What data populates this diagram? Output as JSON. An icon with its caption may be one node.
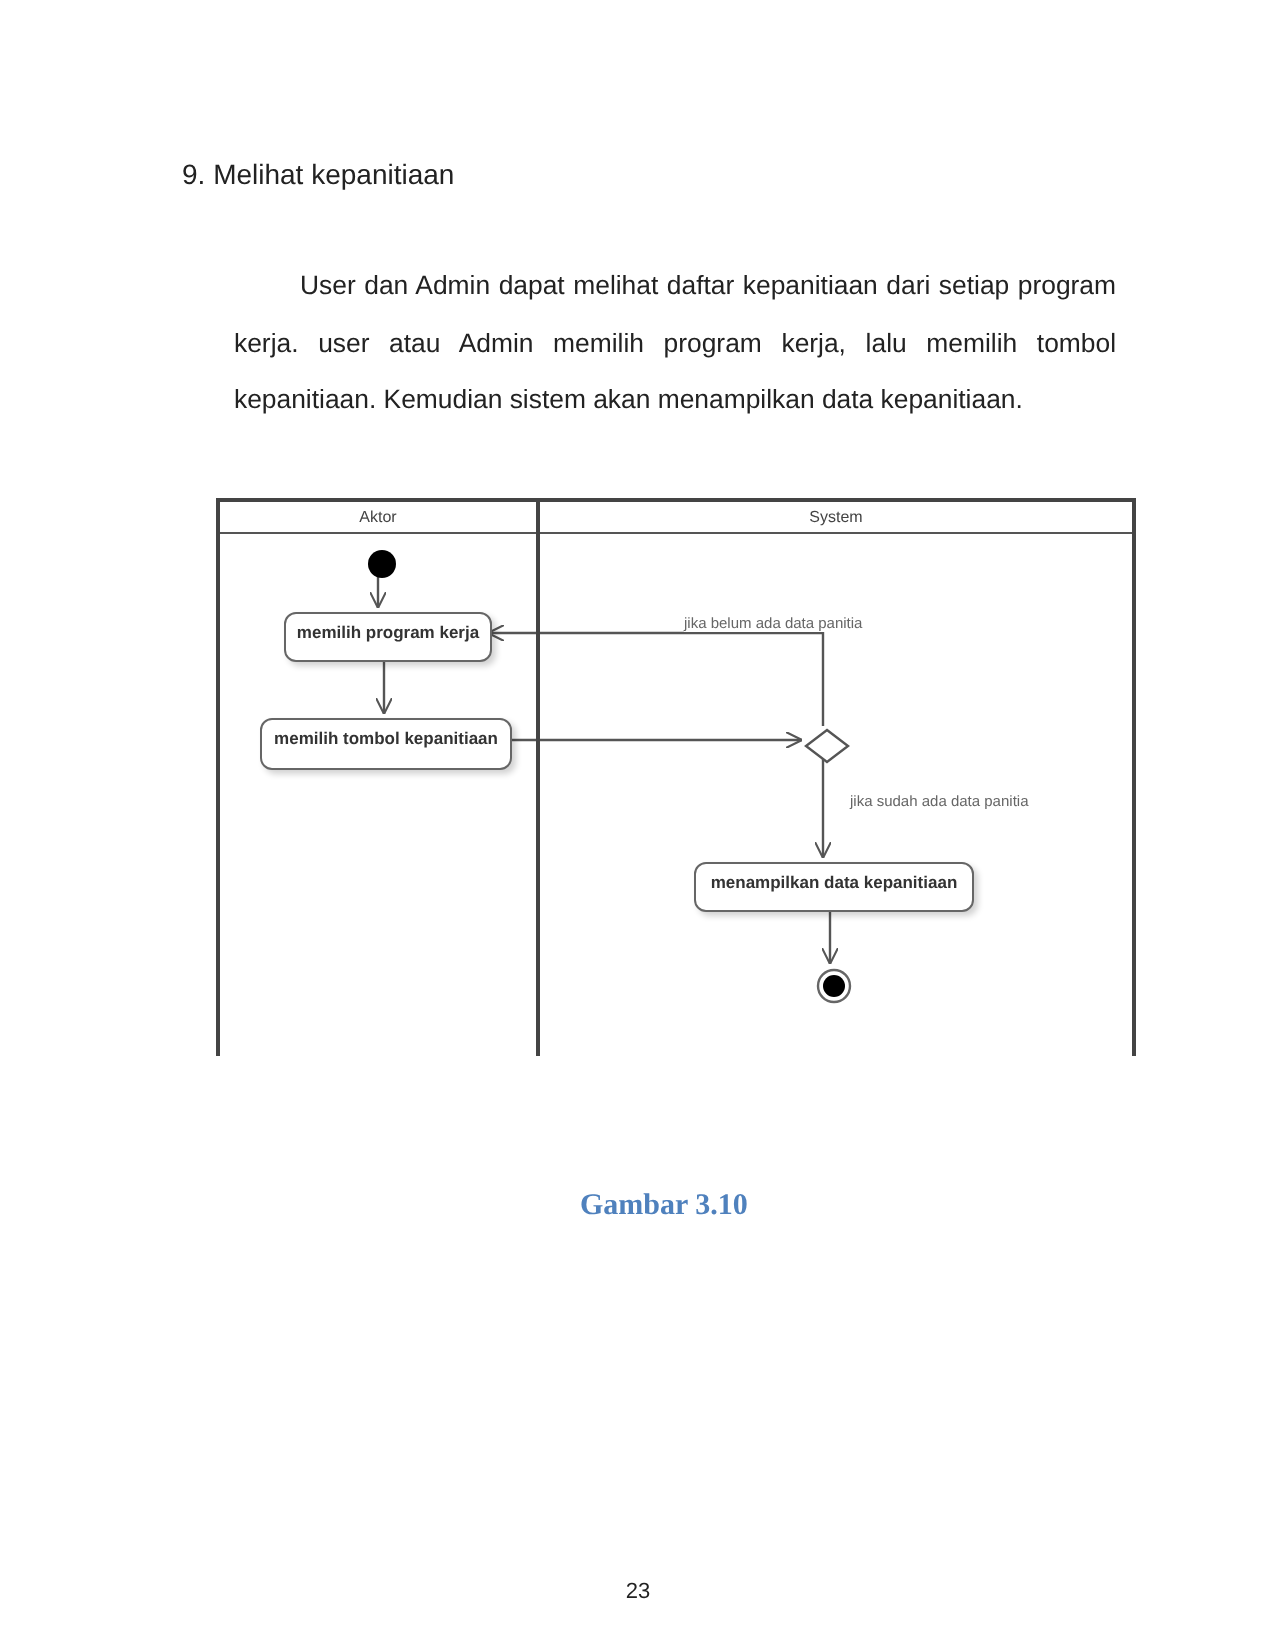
{
  "diagram": {
    "title": "9. Melihat kepanitiaan",
    "caption": "Gambar 3.10",
    "nodes": [
      {
        "text": [
          "Aktor"
        ]
      },
      {
        "text": [
          "System"
        ]
      },
      {
        "text": [],
        "shape": "circle",
        "in": 0
      },
      {
        "text": [
          "memilih program kerja"
        ],
        "in": 0
      },
      {
        "text": [
          "memilih tombol kepanitiaan"
        ],
        "in": 0
      },
      {
        "text": [],
        "shape": "diamond",
        "in": 1
      },
      {
        "text": [
          "menampilkan data kepanitiaan"
        ],
        "in": 1
      },
      {
        "text": [],
        "shape": "circle",
        "in": 1
      }
    ],
    "edges": [
      {
        "from": 2,
        "to": 3,
        "arrow": "to"
      },
      {
        "from": 3,
        "to": 4,
        "arrow": "to"
      },
      {
        "from": 4,
        "to": 5,
        "arrow": "to"
      },
      {
        "from": 5,
        "to": 3,
        "arrow": "to",
        "label": "jika belum ada data panitia"
      },
      {
        "from": 5,
        "to": 6,
        "arrow": "to",
        "label": "jika sudah ada data panitia"
      },
      {
        "from": 6,
        "to": 7,
        "arrow": "to"
      }
    ],
    "labels": [
      "User dan Admin dapat melihat daftar kepanitiaan dari setiap program kerja. user atau Admin memilih program kerja, lalu memilih tombol kepanitiaan. Kemudian sistem akan menampilkan data kepanitiaan.",
      "23"
    ]
  }
}
